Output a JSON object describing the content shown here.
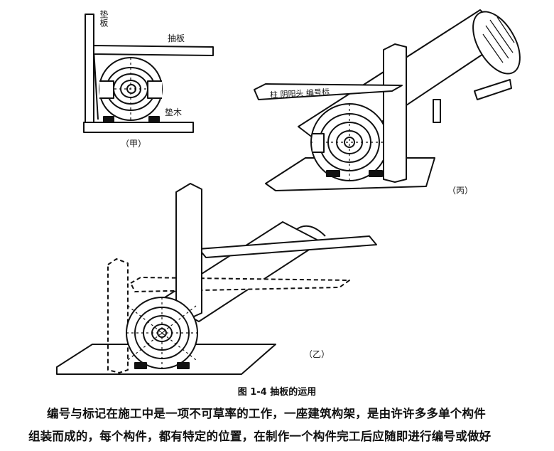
{
  "figure": {
    "labels": {
      "jia_diban": "垫板",
      "jia_choubang": "抽板",
      "jia_dianmu": "垫木",
      "bing_beam_text": "柱  阴阳头  编号标"
    },
    "sublabels": {
      "jia": "（甲）",
      "bing": "（丙）",
      "yi": "（乙）"
    }
  },
  "caption": "图 1-4    抽板的运用",
  "body": {
    "line1": "编号与标记在施工中是一项不可草率的工作，一座建筑构架，是由许许多多单个构件",
    "line2": "组装而成的，每个构件，都有特定的位置，在制作一个构件完工后应随即进行编号或做好"
  }
}
